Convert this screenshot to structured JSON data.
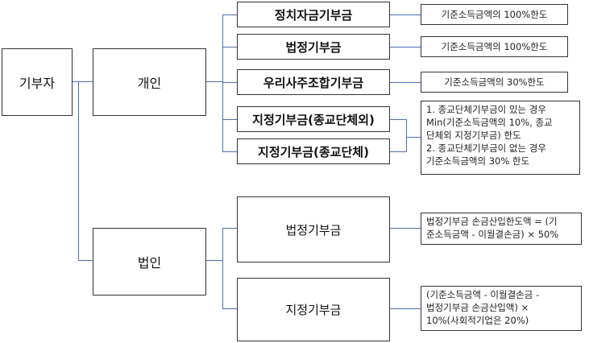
{
  "root": {
    "label": "기부자"
  },
  "individual": {
    "label": "개인",
    "items": [
      {
        "label": "정치자금기부금",
        "note": "기준소득금액의  100%한도"
      },
      {
        "label": "법정기부금",
        "note": "기준소득금액의  100%한도"
      },
      {
        "label": "우리사주조합기부금",
        "note": "기준소득금액의  30%한도"
      },
      {
        "label": "지정기부금(종교단체외)"
      },
      {
        "label": "지정기부금(종교단체)"
      }
    ],
    "designated_note": [
      "1. 종교단체기부금이  있는 경우",
      "Min(기준소득금액의  10%,  종교",
      "단체외  지정기부금)  한도",
      "2. 종교단체기부금이  없는 경우",
      "기준소득금액의  30%  한도"
    ]
  },
  "corporation": {
    "label": "법인",
    "items": [
      {
        "label": "법정기부금",
        "note": [
          "법정기부금  손금산입한도액  = (기",
          "준소득금액 - 이월결손금)  × 50%"
        ]
      },
      {
        "label": "지정기부금",
        "note": [
          "(기준소득금액   -   이월결손금   -",
          "법정기부금  손금산입액)  ×",
          "10%(사회적기업은  20%)"
        ]
      }
    ]
  }
}
